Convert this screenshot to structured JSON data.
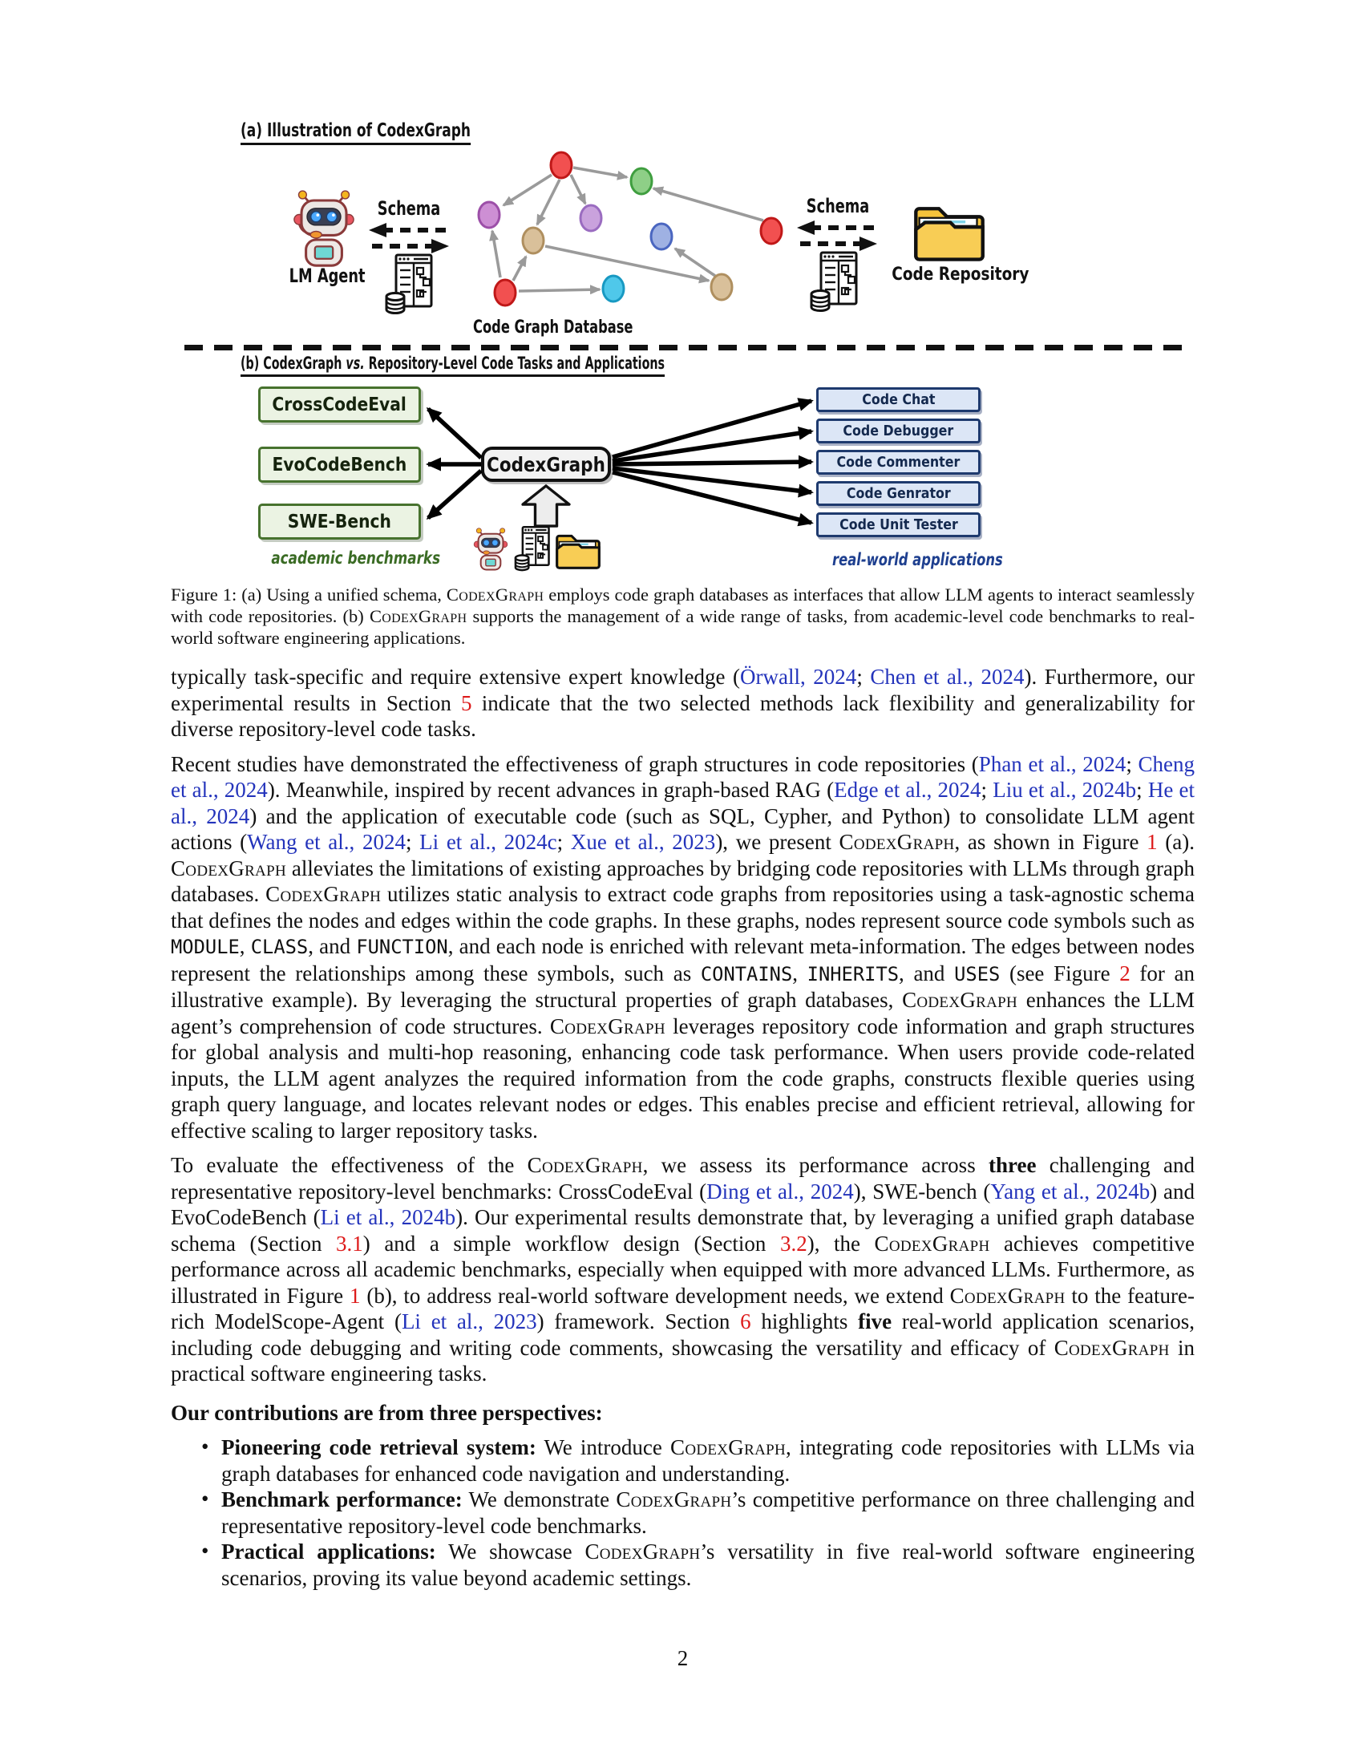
{
  "page_number": "2",
  "colors": {
    "citation_blue": "#2333bb",
    "section_ref_red": "#dd1a1a",
    "benchmark_green_bg": "#ebf3e3",
    "benchmark_green_border": "#47722e",
    "benchmark_caption_green": "#3a6b24",
    "application_blue_bg": "#dce6f6",
    "application_blue_border": "#1e3a6e",
    "application_caption_blue": "#1e3f8f",
    "codexgraph_box_bg": "#f2f2f2",
    "folder_yellow": "#f5c33b"
  },
  "figure": {
    "part_a": {
      "title": "(a) Illustration of CodexGraph",
      "lm_agent_label": "LM Agent",
      "schema_left_label": "Schema",
      "schema_right_label": "Schema",
      "graph_db_label": "Code Graph Database",
      "code_repo_label": "Code Repository"
    },
    "part_b": {
      "title_prefix": "(b) CodexGraph ",
      "title_vs": "vs.",
      "title_suffix": " Repository-Level Code Tasks and Applications",
      "benchmarks": [
        "CrossCodeEval",
        "EvoCodeBench",
        "SWE-Bench"
      ],
      "benchmarks_caption": "academic benchmarks",
      "center_label": "CodexGraph",
      "applications": [
        "Code Chat",
        "Code Debugger",
        "Code Commenter",
        "Code Genrator",
        "Code Unit Tester"
      ],
      "applications_caption": "real-world applications"
    }
  },
  "caption": {
    "segments": [
      {
        "t": "Figure 1: (a) Using a unified schema, ",
        "s": "p"
      },
      {
        "t": "CodexGraph",
        "s": "sc"
      },
      {
        "t": " employs code graph databases as interfaces that allow LLM agents to interact seamlessly with code repositories. (b) ",
        "s": "p"
      },
      {
        "t": "CodexGraph",
        "s": "sc"
      },
      {
        "t": " supports the management of a wide range of tasks, from academic-level code benchmarks to real-world software engineering applications.",
        "s": "p"
      }
    ]
  },
  "body": {
    "paragraphs": [
      {
        "segments": [
          {
            "t": "typically task-specific and require extensive expert knowledge (",
            "s": "p"
          },
          {
            "t": "Örwall, 2024",
            "s": "cite"
          },
          {
            "t": "; ",
            "s": "p"
          },
          {
            "t": "Chen et al., 2024",
            "s": "cite"
          },
          {
            "t": "). Furthermore, our experimental results in Section ",
            "s": "p"
          },
          {
            "t": "5",
            "s": "ref"
          },
          {
            "t": " indicate that the two selected methods lack flexibility and generalizability for diverse repository-level code tasks.",
            "s": "p"
          }
        ]
      },
      {
        "segments": [
          {
            "t": "Recent studies have demonstrated the effectiveness of graph structures in code repositories (",
            "s": "p"
          },
          {
            "t": "Phan et al., 2024",
            "s": "cite"
          },
          {
            "t": "; ",
            "s": "p"
          },
          {
            "t": "Cheng et al., 2024",
            "s": "cite"
          },
          {
            "t": "). Meanwhile, inspired by recent advances in graph-based RAG (",
            "s": "p"
          },
          {
            "t": "Edge et al., 2024",
            "s": "cite"
          },
          {
            "t": "; ",
            "s": "p"
          },
          {
            "t": "Liu et al., 2024b",
            "s": "cite"
          },
          {
            "t": "; ",
            "s": "p"
          },
          {
            "t": "He et al., 2024",
            "s": "cite"
          },
          {
            "t": ") and the application of executable code (such as SQL, Cypher, and Python) to consolidate LLM agent actions (",
            "s": "p"
          },
          {
            "t": "Wang et al., 2024",
            "s": "cite"
          },
          {
            "t": "; ",
            "s": "p"
          },
          {
            "t": "Li et al., 2024c",
            "s": "cite"
          },
          {
            "t": "; ",
            "s": "p"
          },
          {
            "t": "Xue et al., 2023",
            "s": "cite"
          },
          {
            "t": "), we present ",
            "s": "p"
          },
          {
            "t": "CodexGraph",
            "s": "sc"
          },
          {
            "t": ", as shown in Figure ",
            "s": "p"
          },
          {
            "t": "1",
            "s": "ref"
          },
          {
            "t": " (a). ",
            "s": "p"
          },
          {
            "t": "CodexGraph",
            "s": "sc"
          },
          {
            "t": " alleviates the limitations of existing approaches by bridging code repositories with LLMs through graph databases. ",
            "s": "p"
          },
          {
            "t": "CodexGraph",
            "s": "sc"
          },
          {
            "t": " utilizes static analysis to extract code graphs from repositories using a task-agnostic schema that defines the nodes and edges within the code graphs. In these graphs, nodes represent source code symbols such as ",
            "s": "p"
          },
          {
            "t": "MODULE",
            "s": "code"
          },
          {
            "t": ", ",
            "s": "p"
          },
          {
            "t": "CLASS",
            "s": "code"
          },
          {
            "t": ", and ",
            "s": "p"
          },
          {
            "t": "FUNCTION",
            "s": "code"
          },
          {
            "t": ", and each node is enriched with relevant meta-information. The edges between nodes represent the relationships among these symbols, such as ",
            "s": "p"
          },
          {
            "t": "CONTAINS",
            "s": "code"
          },
          {
            "t": ", ",
            "s": "p"
          },
          {
            "t": "INHERITS",
            "s": "code"
          },
          {
            "t": ", and ",
            "s": "p"
          },
          {
            "t": "USES",
            "s": "code"
          },
          {
            "t": " (see Figure ",
            "s": "p"
          },
          {
            "t": "2",
            "s": "ref"
          },
          {
            "t": " for an illustrative example). By leveraging the structural properties of graph databases, ",
            "s": "p"
          },
          {
            "t": "CodexGraph",
            "s": "sc"
          },
          {
            "t": " enhances the LLM agent’s comprehension of code structures. ",
            "s": "p"
          },
          {
            "t": "CodexGraph",
            "s": "sc"
          },
          {
            "t": " leverages repository code information and graph structures for global analysis and multi-hop reasoning, enhancing code task performance. When users provide code-related inputs, the LLM agent analyzes the required information from the code graphs, constructs flexible queries using graph query language, and locates relevant nodes or edges. This enables precise and efficient retrieval, allowing for effective scaling to larger repository tasks.",
            "s": "p"
          }
        ]
      },
      {
        "segments": [
          {
            "t": "To evaluate the effectiveness of the ",
            "s": "p"
          },
          {
            "t": "CodexGraph",
            "s": "sc"
          },
          {
            "t": ", we assess its performance across ",
            "s": "p"
          },
          {
            "t": "three",
            "s": "b"
          },
          {
            "t": " challenging and representative repository-level benchmarks: CrossCodeEval (",
            "s": "p"
          },
          {
            "t": "Ding et al., 2024",
            "s": "cite"
          },
          {
            "t": "), SWE-bench (",
            "s": "p"
          },
          {
            "t": "Yang et al., 2024b",
            "s": "cite"
          },
          {
            "t": ") and EvoCodeBench (",
            "s": "p"
          },
          {
            "t": "Li et al., 2024b",
            "s": "cite"
          },
          {
            "t": "). Our experimental results demonstrate that, by leveraging a unified graph database schema (Section ",
            "s": "p"
          },
          {
            "t": "3.1",
            "s": "ref"
          },
          {
            "t": ") and a simple workflow design (Section ",
            "s": "p"
          },
          {
            "t": "3.2",
            "s": "ref"
          },
          {
            "t": "), the ",
            "s": "p"
          },
          {
            "t": "CodexGraph",
            "s": "sc"
          },
          {
            "t": " achieves competitive performance across all academic benchmarks, especially when equipped with more advanced LLMs. Furthermore, as illustrated in Figure ",
            "s": "p"
          },
          {
            "t": "1",
            "s": "ref"
          },
          {
            "t": " (b), to address real-world software development needs, we extend ",
            "s": "p"
          },
          {
            "t": "CodexGraph",
            "s": "sc"
          },
          {
            "t": " to the feature-rich ModelScope-Agent (",
            "s": "p"
          },
          {
            "t": "Li et al., 2023",
            "s": "cite"
          },
          {
            "t": ") framework. Section ",
            "s": "p"
          },
          {
            "t": "6",
            "s": "ref"
          },
          {
            "t": " highlights ",
            "s": "p"
          },
          {
            "t": "five",
            "s": "b"
          },
          {
            "t": " real-world application scenarios, including code debugging and writing code comments, showcasing the versatility and efficacy of ",
            "s": "p"
          },
          {
            "t": "CodexGraph",
            "s": "sc"
          },
          {
            "t": " in practical software engineering tasks.",
            "s": "p"
          }
        ]
      }
    ],
    "contributions_heading": "Our contributions are from three perspectives:",
    "bullets": [
      {
        "segments": [
          {
            "t": "Pioneering code retrieval system:",
            "s": "b"
          },
          {
            "t": " We introduce ",
            "s": "p"
          },
          {
            "t": "CodexGraph",
            "s": "sc"
          },
          {
            "t": ", integrating code repositories with LLMs via graph databases for enhanced code navigation and understanding.",
            "s": "p"
          }
        ]
      },
      {
        "segments": [
          {
            "t": "Benchmark performance:",
            "s": "b"
          },
          {
            "t": " We demonstrate ",
            "s": "p"
          },
          {
            "t": "CodexGraph",
            "s": "sc"
          },
          {
            "t": "’s competitive performance on three challenging and representative repository-level code benchmarks.",
            "s": "p"
          }
        ]
      },
      {
        "segments": [
          {
            "t": "Practical applications:",
            "s": "b"
          },
          {
            "t": " We showcase ",
            "s": "p"
          },
          {
            "t": "CodexGraph",
            "s": "sc"
          },
          {
            "t": "’s versatility in five real-world software engineering scenarios, proving its value beyond academic settings.",
            "s": "p"
          }
        ]
      }
    ]
  }
}
